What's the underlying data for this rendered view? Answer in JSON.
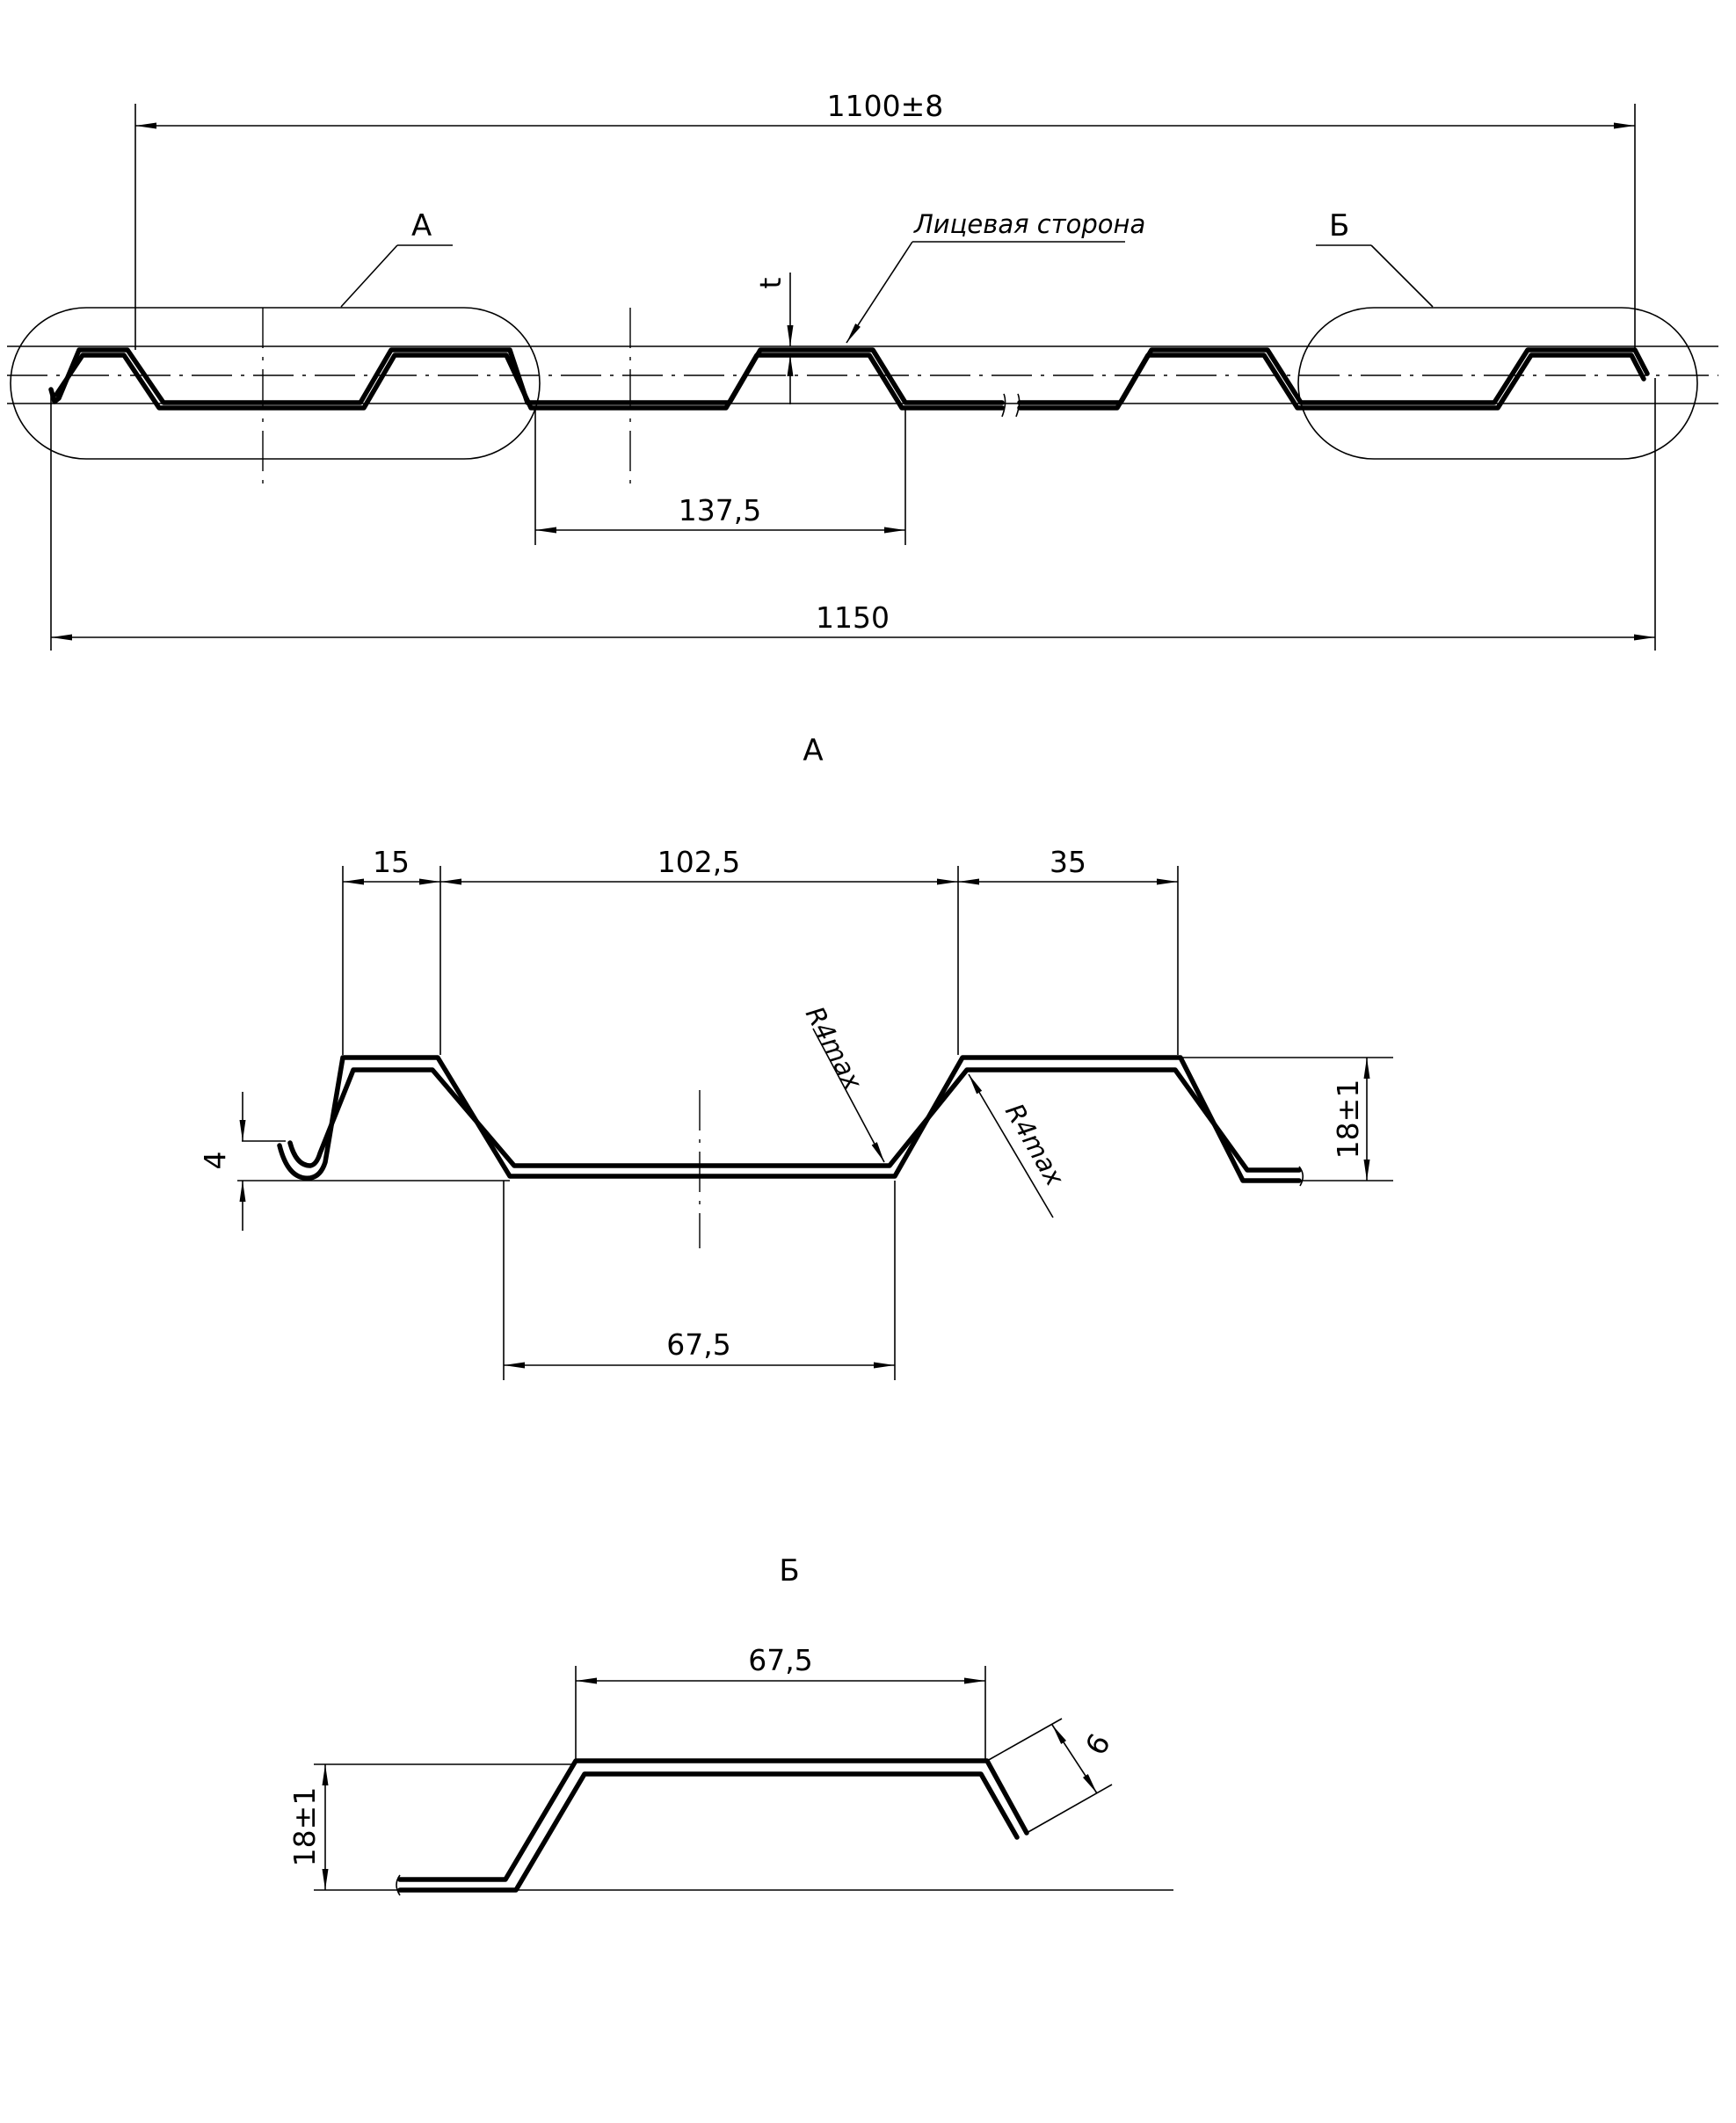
{
  "overall": {
    "width_label": "1100±8",
    "total_label": "1150",
    "pitch_label": "137,5",
    "thickness_label": "t",
    "face_side_label": "Лицевая сторона",
    "callout_a": "А",
    "callout_b": "Б"
  },
  "detail_a": {
    "title": "А",
    "dim_top_left": "15",
    "dim_top_middle": "102,5",
    "dim_top_right": "35",
    "dim_bottom": "67,5",
    "height": "18±1",
    "lip": "4",
    "radius_1": "R4max",
    "radius_2": "R4max"
  },
  "detail_b": {
    "title": "Б",
    "dim_top": "67,5",
    "height": "18±1",
    "edge": "9"
  }
}
